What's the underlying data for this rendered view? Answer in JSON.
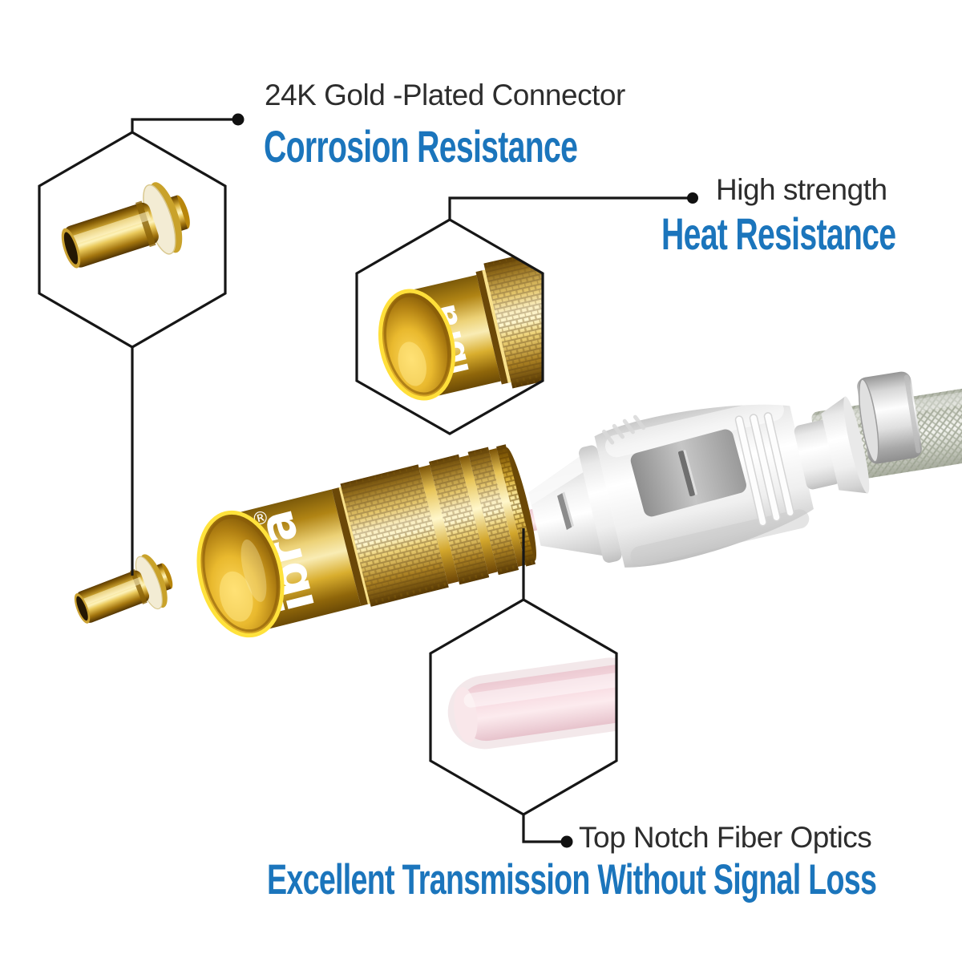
{
  "product_scene": {
    "brand_logo": "ibra",
    "registered_mark": "®"
  },
  "callouts": {
    "gold_connector": {
      "heading": "24K Gold -Plated Connector",
      "benefit": "Corrosion Resistance"
    },
    "heat_resistance": {
      "heading": "High strength",
      "benefit": "Heat Resistance"
    },
    "fiber_optics": {
      "heading": "Top Notch Fiber Optics",
      "benefit": "Excellent Transmission Without Signal Loss"
    }
  },
  "colors": {
    "accent_blue": "#1b75bc",
    "heading_dark": "#2d2d2d",
    "gold_mid": "#d4a017",
    "fiber_pink": "#f6dbe0",
    "line_black": "#161616"
  }
}
